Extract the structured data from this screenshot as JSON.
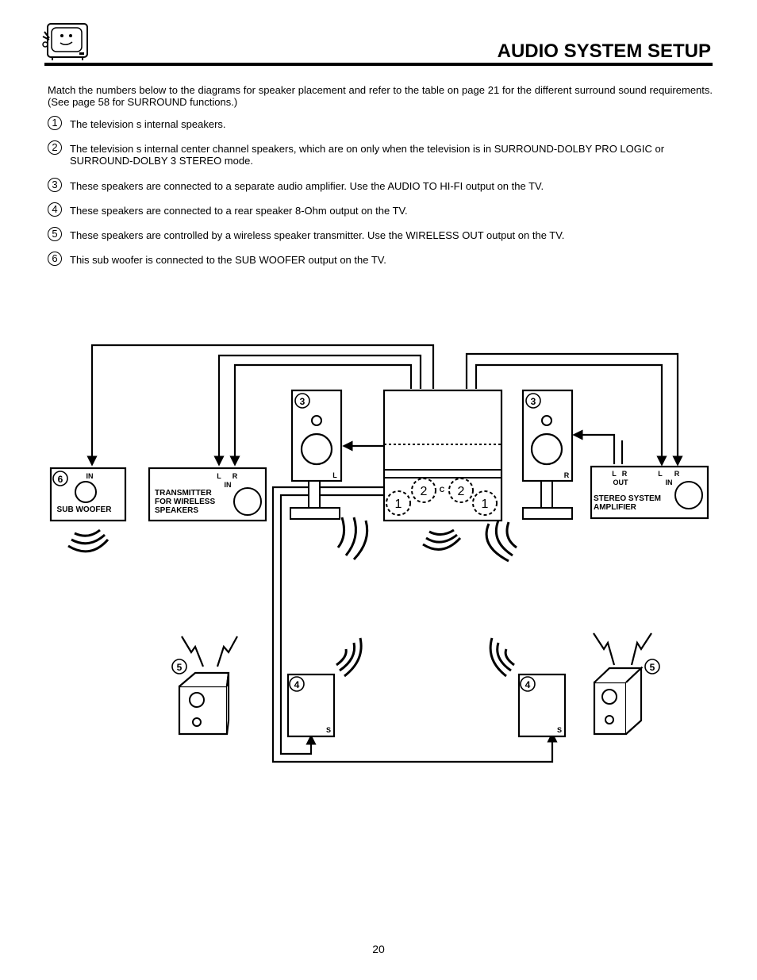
{
  "header": {
    "title": "AUDIO SYSTEM SETUP"
  },
  "intro": "Match the numbers below to the diagrams for speaker placement and refer to the table on page 21 for the different surround sound requirements. (See page 58 for SURROUND functions.)",
  "items": [
    {
      "num": "1",
      "text": "The television s internal speakers."
    },
    {
      "num": "2",
      "text": "The television s internal center channel speakers, which are on only when the television is in SURROUND-DOLBY PRO LOGIC or SURROUND-DOLBY 3 STEREO mode."
    },
    {
      "num": "3",
      "text": "These speakers are connected to a separate audio amplifier.  Use the AUDIO TO HI-FI output on the TV."
    },
    {
      "num": "4",
      "text": "These speakers are connected to a rear speaker 8-Ohm output on the TV."
    },
    {
      "num": "5",
      "text": "These speakers are controlled by a wireless speaker transmitter.  Use the WIRELESS OUT output on the TV."
    },
    {
      "num": "6",
      "text": "This sub woofer is connected to the SUB WOOFER output on the TV."
    }
  ],
  "diagram": {
    "subwoofer": {
      "num": "6",
      "in": "IN",
      "label": "SUB WOOFER"
    },
    "transmitter": {
      "l": "L",
      "r": "R",
      "in": "IN",
      "line1": "TRANSMITTER",
      "line2": "FOR WIRELESS",
      "line3": "SPEAKERS"
    },
    "amplifier": {
      "l_out": "L",
      "r_out": "R",
      "out": "OUT",
      "l_in": "L",
      "r_in": "R",
      "in": "IN",
      "line1": "STEREO SYSTEM",
      "line2": "AMPLIFIER"
    },
    "front_left": {
      "num": "3",
      "side": "L"
    },
    "front_right": {
      "num": "3",
      "side": "R"
    },
    "tv": {
      "n1": "1",
      "n2": "2",
      "c": "C",
      "n2b": "2",
      "n1b": "1"
    },
    "rear_left": {
      "num": "4",
      "s": "S"
    },
    "rear_right": {
      "num": "4",
      "s": "S"
    },
    "wireless_left": {
      "num": "5"
    },
    "wireless_right": {
      "num": "5"
    }
  },
  "footer": {
    "page_number": "20"
  }
}
